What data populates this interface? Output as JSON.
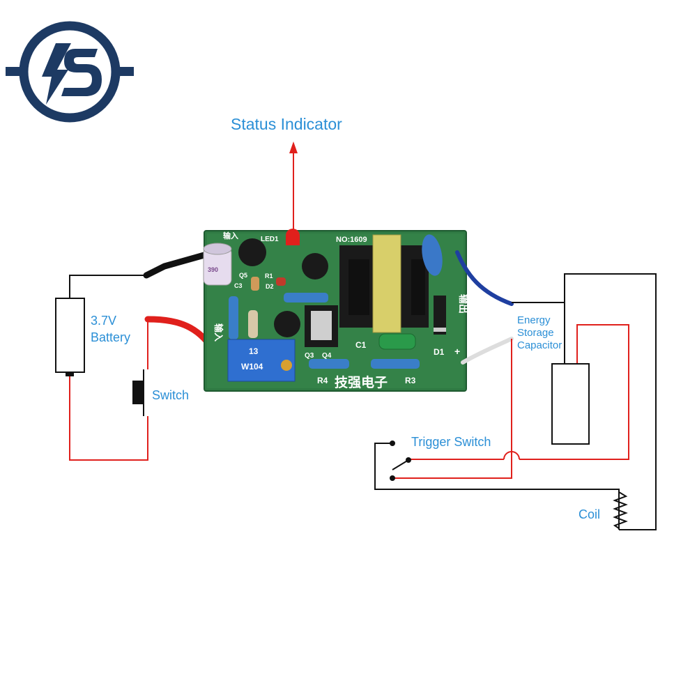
{
  "labels": {
    "status_indicator": "Status Indicator",
    "battery_voltage": "3.7V",
    "battery_word": "Battery",
    "switch": "Switch",
    "energy_line1": "Energy",
    "energy_line2": "Storage",
    "energy_line3": "Capacitor",
    "trigger_switch": "Trigger Switch",
    "coil": "Coil"
  },
  "pcb": {
    "model": "NO:1609",
    "brand": "技强电子",
    "input_label": "输入",
    "output_label": "输出",
    "led": "LED1",
    "pot_line1": "13",
    "pot_line2": "W104",
    "cap_text": "390",
    "parts": {
      "q5": "Q5",
      "r1": "R1",
      "c3": "C3",
      "d2": "D2",
      "q3": "Q3",
      "q4": "Q4",
      "r4": "R4",
      "r3": "R3",
      "c1": "C1",
      "d1": "D1",
      "plus": "+"
    }
  },
  "colors": {
    "accent": "#2b8fd6",
    "wire_red": "#e0201c",
    "wire_black": "#111111",
    "wire_blue": "#1f3fa0",
    "logo": "#1d3a63",
    "pcb": "#2f7a43"
  }
}
